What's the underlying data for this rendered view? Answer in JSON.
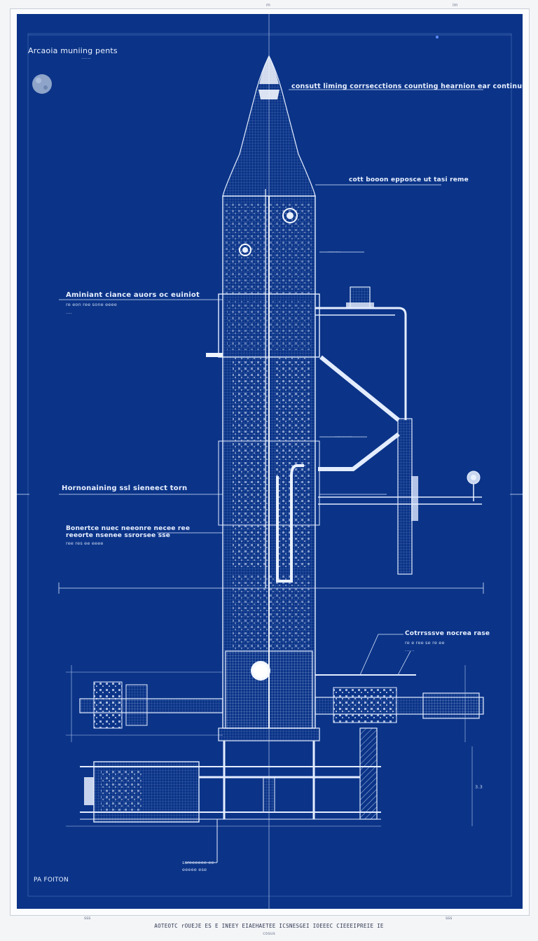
{
  "sheet": {
    "title": "Arcaoia muniing pents",
    "title_sub": "......",
    "corner_label": "PA FOITON",
    "top_marks": [
      "m",
      "im"
    ],
    "bottom_marks": [
      "sss",
      "sss"
    ]
  },
  "annotations": {
    "top_callout": "consutt liming corrsecctions counting hearnion ear continuunt",
    "right_callout": "cott booon epposce ut tasi reme",
    "right_small": "........",
    "left_callout_1": "Aminiant ciance auors oc euiniot",
    "left_callout_1_sub": "re eon ree sone eeee",
    "left_callout_1_sub2": "....",
    "left_callout_2": "Hornonaining ssl sieneect torn",
    "left_callout_3": "Bonertce nuec neeonre necee ree",
    "left_callout_3_line2": "reeorte nsenee ssrorsee sse",
    "left_callout_3_sub": "ree res ee eeee",
    "right_mid_small": "...........",
    "right_lower": "Cotrrsssve nocrea rase",
    "right_lower_sub": "re e ree se re ee",
    "right_lower_sub2": "......",
    "base_note": "ssreeeeee ee",
    "base_note_sub": "eeeee ese",
    "side_dim": "3.3"
  },
  "footer": {
    "line1": "AOTEOTC rOUEJE ES E INEEY EIAEHAETEE ICSNESGEI IOEEEC CIEEEIPREIE IE",
    "line2": "cosus"
  },
  "colors": {
    "board": "#0b3488",
    "line": "#d7e4ff",
    "paper": "#fbfcfd"
  }
}
